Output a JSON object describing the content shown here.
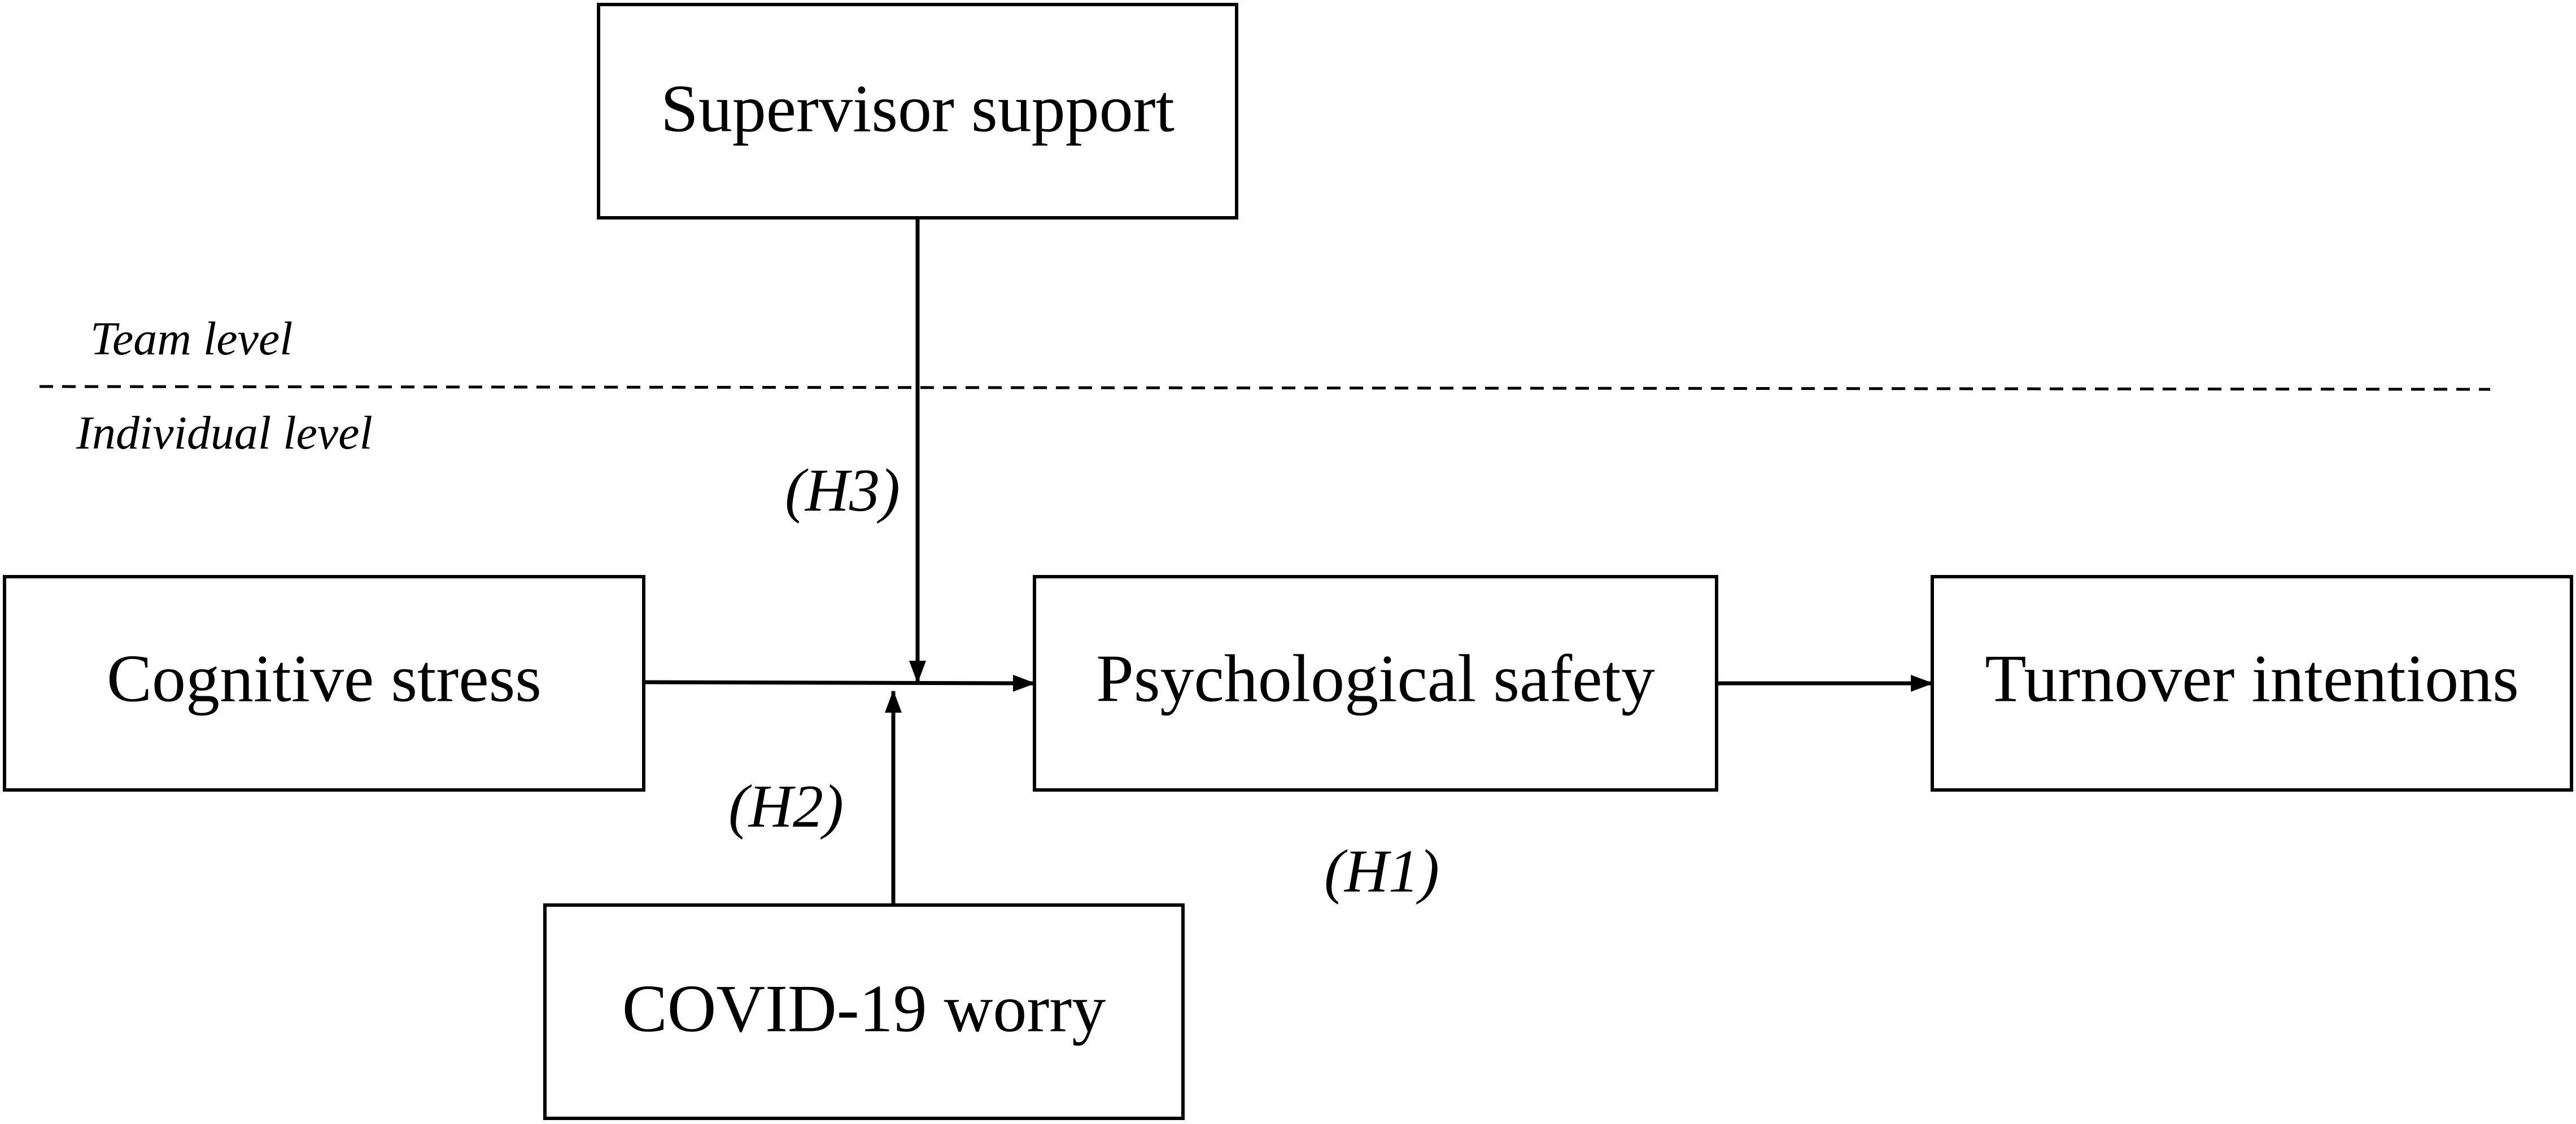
{
  "nodes": {
    "supervisor_support": "Supervisor support",
    "cognitive_stress": "Cognitive stress",
    "psychological_safety": "Psychological safety",
    "turnover_intentions": "Turnover intentions",
    "covid_worry": "COVID-19 worry"
  },
  "levels": {
    "team": "Team level",
    "individual": "Individual level"
  },
  "hypotheses": {
    "h1": "(H1)",
    "h2": "(H2)",
    "h3": "(H3)"
  },
  "edges": [
    {
      "from": "cognitive_stress",
      "to": "psychological_safety",
      "label": "(H1)"
    },
    {
      "from": "psychological_safety",
      "to": "turnover_intentions"
    },
    {
      "from": "covid_worry",
      "to": "cognitive_stress->psychological_safety",
      "label": "(H2)"
    },
    {
      "from": "supervisor_support",
      "to": "cognitive_stress->psychological_safety",
      "label": "(H3)"
    }
  ],
  "colors": {
    "stroke": "#000000",
    "background": "#ffffff"
  }
}
